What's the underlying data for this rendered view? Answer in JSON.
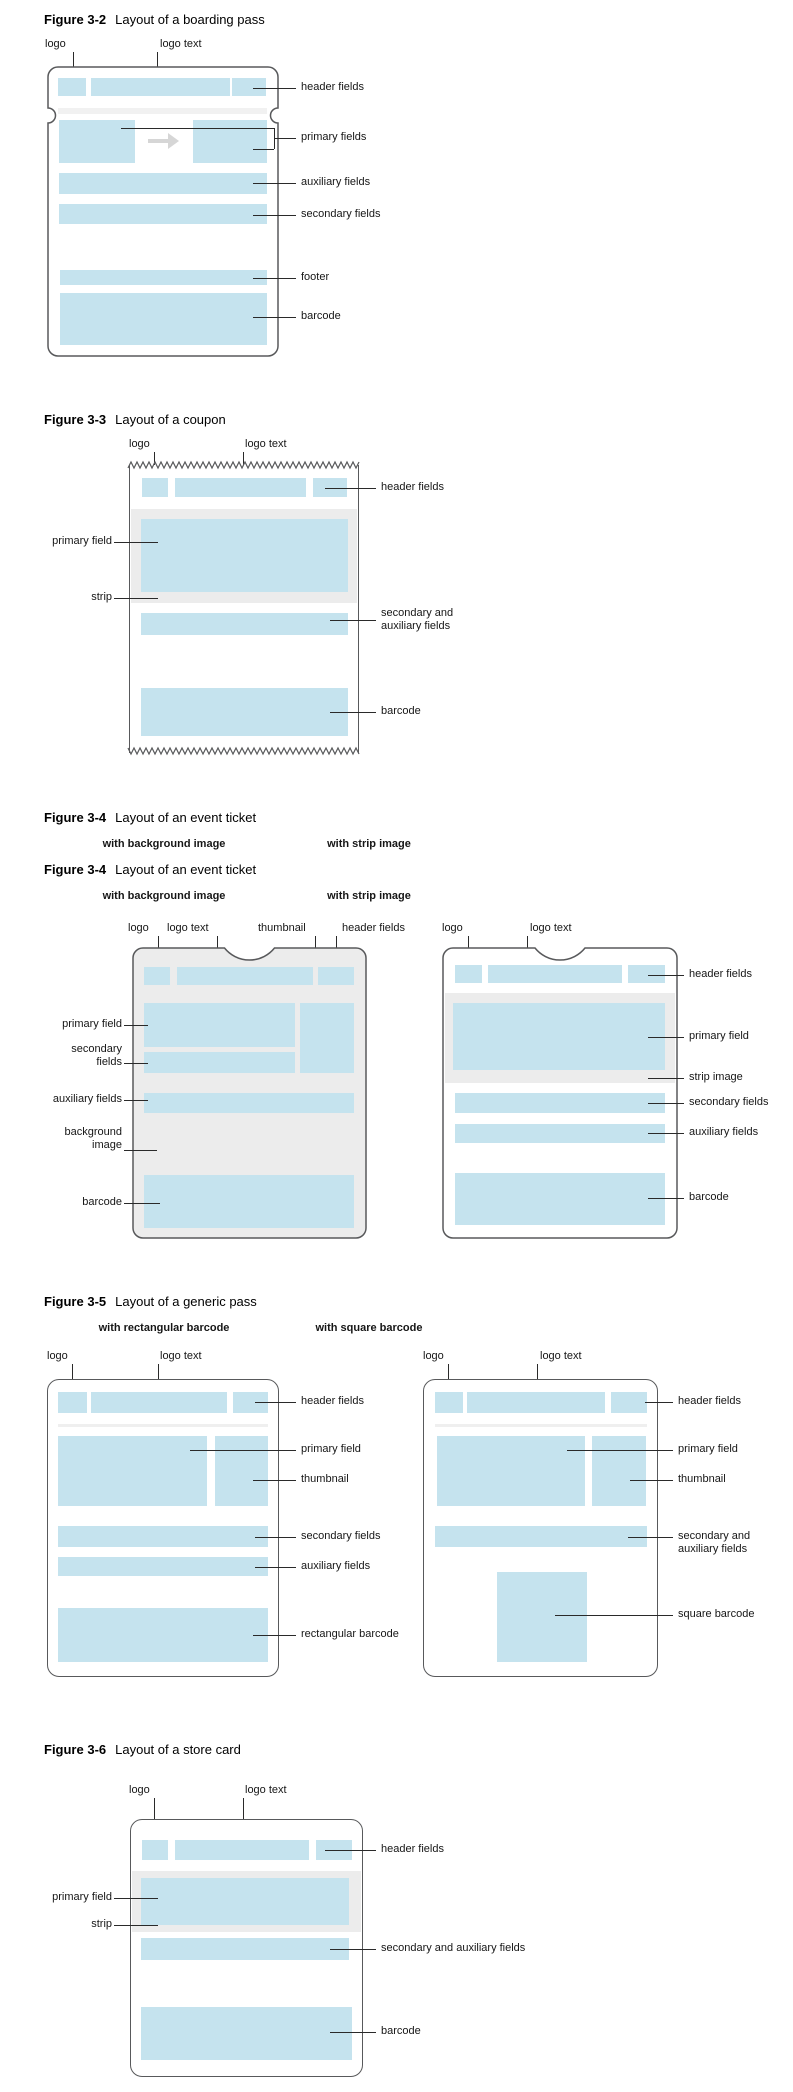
{
  "page": {
    "background": "#FFFFFF"
  },
  "colors": {
    "field_blue": "#C5E3EE",
    "strip_gray": "#ECECEC",
    "pass_border": "#58595B",
    "callout_line": "#2A2A2A",
    "arrow_gray": "#D6D6D6"
  },
  "figures": {
    "boarding_pass": {
      "title_bold": "Figure 3-2",
      "title_rest": "Layout of a boarding pass",
      "labels": {
        "logo": "logo",
        "logo_text": "logo text",
        "header_fields": "header fields",
        "primary_fields": "primary fields",
        "auxiliary_fields": "auxiliary fields",
        "secondary_fields": "secondary fields",
        "footer": "footer",
        "barcode": "barcode"
      }
    },
    "coupon": {
      "title_bold": "Figure 3-3",
      "title_rest": "Layout of a coupon",
      "labels": {
        "logo": "logo",
        "logo_text": "logo text",
        "header_fields": "header fields",
        "primary_field": "primary field",
        "strip": "strip",
        "secondary_auxiliary_line1": "secondary and",
        "secondary_auxiliary_line2": "auxiliary fields",
        "barcode": "barcode"
      }
    },
    "event_ticket": {
      "title_bold": "Figure 3-4",
      "title_rest": "Layout of an event ticket",
      "variant_left": "with background image",
      "variant_right": "with strip image",
      "left": {
        "labels": {
          "logo": "logo",
          "logo_text": "logo text",
          "thumbnail": "thumbnail",
          "header_fields": "header fields",
          "primary_field": "primary field",
          "secondary_line1": "secondary",
          "secondary_line2": "fields",
          "auxiliary_fields": "auxiliary fields",
          "background_line1": "background",
          "background_line2": "image",
          "barcode": "barcode"
        }
      },
      "right": {
        "labels": {
          "logo": "logo",
          "logo_text": "logo text",
          "header_fields": "header fields",
          "primary_field": "primary field",
          "strip_image": "strip image",
          "secondary_fields": "secondary fields",
          "auxiliary_fields": "auxiliary fields",
          "barcode": "barcode"
        }
      }
    },
    "generic_pass": {
      "title_bold": "Figure 3-5",
      "title_rest": "Layout of a generic pass",
      "variant_left": "with rectangular barcode",
      "variant_right": "with square barcode",
      "left": {
        "labels": {
          "logo": "logo",
          "logo_text": "logo text",
          "header_fields": "header fields",
          "primary_field": "primary field",
          "thumbnail": "thumbnail",
          "secondary_fields": "secondary fields",
          "auxiliary_fields": "auxiliary fields",
          "rectangular_barcode": "rectangular barcode"
        }
      },
      "right": {
        "labels": {
          "logo": "logo",
          "logo_text": "logo text",
          "header_fields": "header fields",
          "primary_field": "primary field",
          "thumbnail": "thumbnail",
          "secondary_auxiliary_line1": "secondary and",
          "secondary_auxiliary_line2": "auxiliary fields",
          "square_barcode": "square barcode"
        }
      }
    },
    "store_card": {
      "title_bold": "Figure 3-6",
      "title_rest": "Layout of a store card",
      "labels": {
        "logo": "logo",
        "logo_text": "logo text",
        "header_fields": "header fields",
        "primary_field": "primary field",
        "strip": "strip",
        "secondary_auxiliary": "secondary and auxiliary fields",
        "barcode": "barcode"
      }
    }
  }
}
